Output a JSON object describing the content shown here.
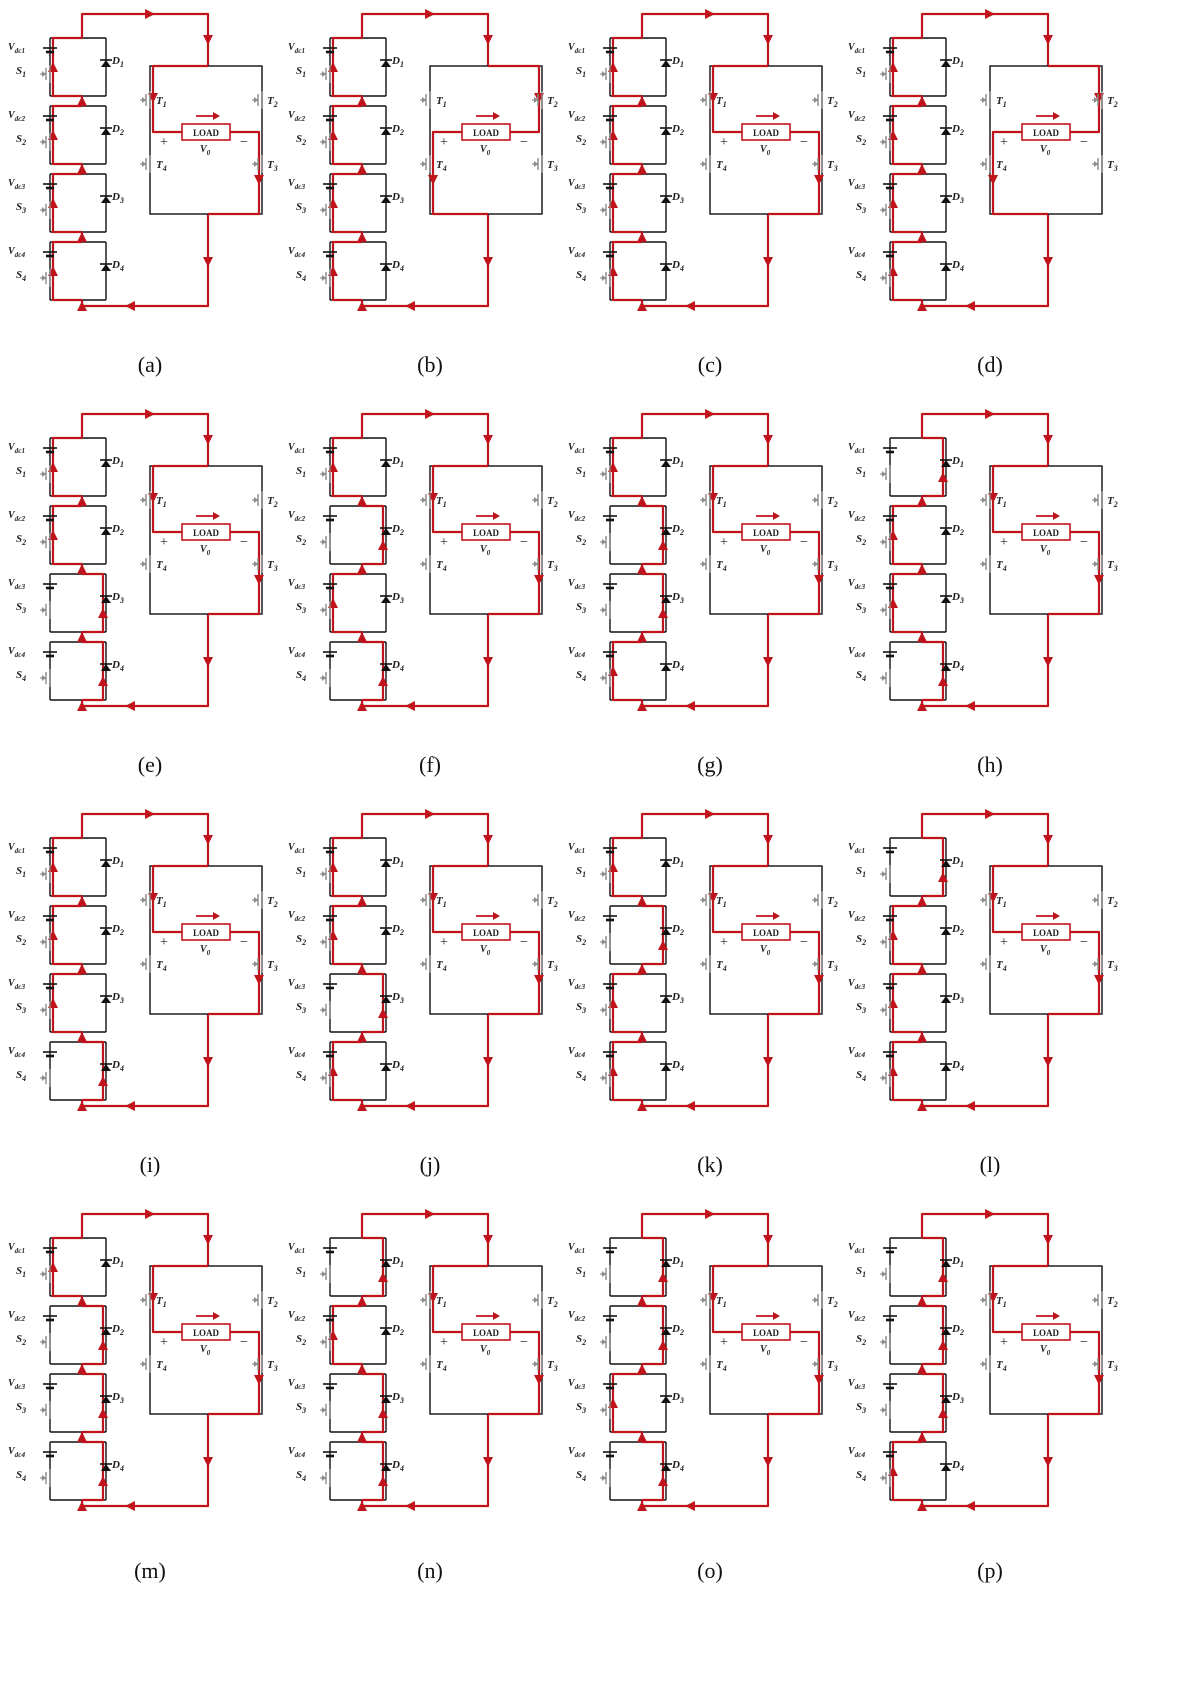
{
  "figure": {
    "load_text": "LOAD",
    "plus_sign": "+",
    "minus_sign": "−",
    "labels": {
      "sources": [
        "V",
        "V",
        "V",
        "V"
      ],
      "source_subscripts": [
        "dc1",
        "dc2",
        "dc3",
        "dc4"
      ],
      "switches": [
        "S",
        "S",
        "S",
        "S"
      ],
      "switch_subscripts": [
        "1",
        "2",
        "3",
        "4"
      ],
      "diodes": [
        "D",
        "D",
        "D",
        "D"
      ],
      "diode_subscripts": [
        "1",
        "2",
        "3",
        "4"
      ],
      "bridge_switches": [
        "T",
        "T",
        "T",
        "T"
      ],
      "bridge_subscripts": [
        "1",
        "2",
        "3",
        "4"
      ],
      "output_voltage": "V",
      "output_subscript": "0"
    },
    "colors": {
      "current_path": "#c0141c",
      "wire": "#111111",
      "switch": "#8a8a8a"
    },
    "panels": [
      {
        "caption": "(a)",
        "cells": [
          1,
          1,
          1,
          1
        ],
        "polarity": "positive"
      },
      {
        "caption": "(b)",
        "cells": [
          1,
          1,
          1,
          1
        ],
        "polarity": "negative"
      },
      {
        "caption": "(c)",
        "cells": [
          1,
          1,
          1,
          1
        ],
        "polarity": "positive"
      },
      {
        "caption": "(d)",
        "cells": [
          1,
          1,
          1,
          1
        ],
        "polarity": "negative"
      },
      {
        "caption": "(e)",
        "cells": [
          1,
          1,
          0,
          0
        ],
        "polarity": "positive"
      },
      {
        "caption": "(f)",
        "cells": [
          1,
          0,
          1,
          0
        ],
        "polarity": "positive"
      },
      {
        "caption": "(g)",
        "cells": [
          1,
          0,
          0,
          1
        ],
        "polarity": "positive"
      },
      {
        "caption": "(h)",
        "cells": [
          0,
          1,
          1,
          0
        ],
        "polarity": "positive"
      },
      {
        "caption": "(i)",
        "cells": [
          1,
          1,
          1,
          0
        ],
        "polarity": "positive"
      },
      {
        "caption": "(j)",
        "cells": [
          1,
          1,
          0,
          1
        ],
        "polarity": "positive"
      },
      {
        "caption": "(k)",
        "cells": [
          1,
          0,
          1,
          1
        ],
        "polarity": "positive"
      },
      {
        "caption": "(l)",
        "cells": [
          0,
          1,
          1,
          1
        ],
        "polarity": "positive"
      },
      {
        "caption": "(m)",
        "cells": [
          1,
          0,
          0,
          0
        ],
        "polarity": "positive"
      },
      {
        "caption": "(n)",
        "cells": [
          0,
          1,
          0,
          0
        ],
        "polarity": "positive"
      },
      {
        "caption": "(o)",
        "cells": [
          0,
          0,
          1,
          0
        ],
        "polarity": "positive"
      },
      {
        "caption": "(p)",
        "cells": [
          0,
          0,
          0,
          1
        ],
        "polarity": "positive"
      }
    ]
  }
}
